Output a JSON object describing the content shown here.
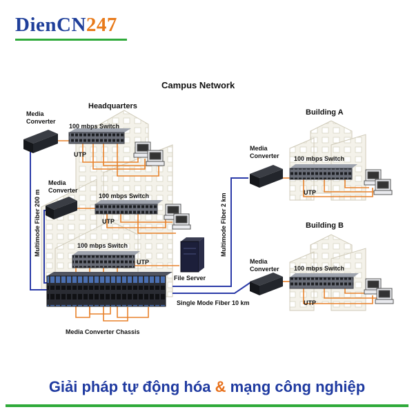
{
  "brand": {
    "part1": "DienCN",
    "part2": "247"
  },
  "diagram": {
    "title": "Campus Network",
    "headquarters": "Headquarters",
    "building_a": "Building A",
    "building_b": "Building B",
    "switch_label": "100 mbps Switch",
    "utp": "UTP",
    "media_converter_line1": "Media",
    "media_converter_line2": "Converter",
    "file_server": "File Server",
    "chassis": "Media Converter Chassis",
    "fiber_200": "Multimode Fiber 200 m",
    "fiber_2km": "Multimode Fiber 2 km",
    "fiber_single": "Single Mode Fiber 10 km"
  },
  "footer": {
    "left": "Giải pháp tự động hóa ",
    "amp": "&",
    "right": " mạng công nghiệp"
  },
  "colors": {
    "brand_blue": "#1f3f9a",
    "brand_orange": "#e87a1a",
    "green_line": "#2faa3a",
    "fiber_blue": "#2a3aa8",
    "utp_orange": "#e8812a"
  }
}
